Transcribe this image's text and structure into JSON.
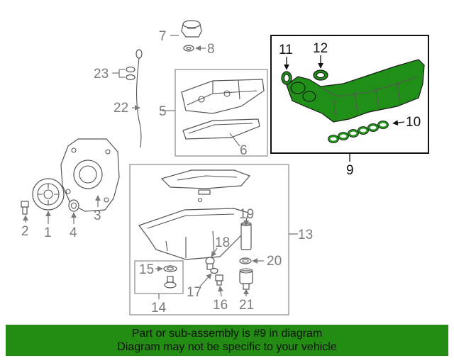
{
  "callouts": {
    "c1": "1",
    "c2": "2",
    "c3": "3",
    "c4": "4",
    "c5": "5",
    "c6": "6",
    "c7": "7",
    "c8": "8",
    "c9": "9",
    "c10": "10",
    "c11": "11",
    "c12": "12",
    "c13": "13",
    "c14": "14",
    "c15": "15",
    "c16": "16",
    "c17": "17",
    "c18": "18",
    "c19": "19",
    "c20": "20",
    "c21": "21",
    "c22": "22",
    "c23": "23"
  },
  "highlight": {
    "part_number": "9",
    "color": "#1f8f17"
  },
  "footer": {
    "line1": "Part or sub-assembly is #9 in diagram",
    "line2": "Diagram may not be specific to your vehicle",
    "background": "#238c13"
  }
}
